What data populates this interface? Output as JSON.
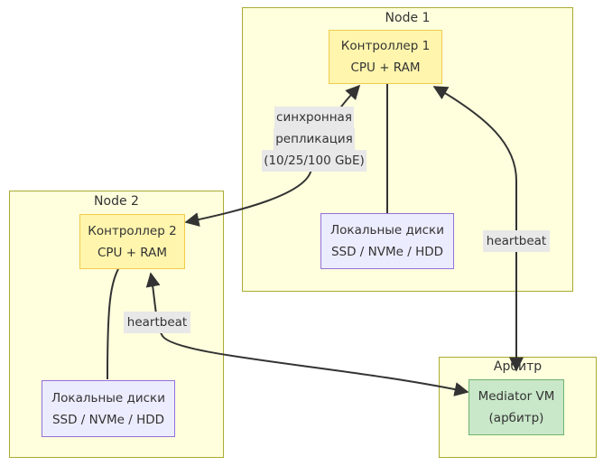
{
  "clusters": {
    "node1": {
      "title": "Node 1"
    },
    "node2": {
      "title": "Node 2"
    },
    "arbiter": {
      "title": "Арбитр"
    }
  },
  "nodes": {
    "controller1": {
      "line1": "Контроллер 1",
      "line2": "CPU + RAM"
    },
    "disks1": {
      "line1": "Локальные диски",
      "line2": "SSD / NVMe / HDD"
    },
    "controller2": {
      "line1": "Контроллер 2",
      "line2": "CPU + RAM"
    },
    "disks2": {
      "line1": "Локальные диски",
      "line2": "SSD / NVMe / HDD"
    },
    "mediator": {
      "line1": "Mediator VM",
      "line2": "(арбитр)"
    }
  },
  "edges": {
    "replication": {
      "line1": "синхронная",
      "line2": "репликация",
      "line3": "(10/25/100 GbE)"
    },
    "heartbeat1": {
      "label": "heartbeat"
    },
    "heartbeat2": {
      "label": "heartbeat"
    }
  },
  "colors": {
    "cluster_fill": "#ffffde",
    "cluster_border": "#aaaa33",
    "controller_fill": "#fff5ad",
    "disk_fill": "#ececff",
    "mediator_fill": "#c9e7c9",
    "edge": "#333333"
  }
}
